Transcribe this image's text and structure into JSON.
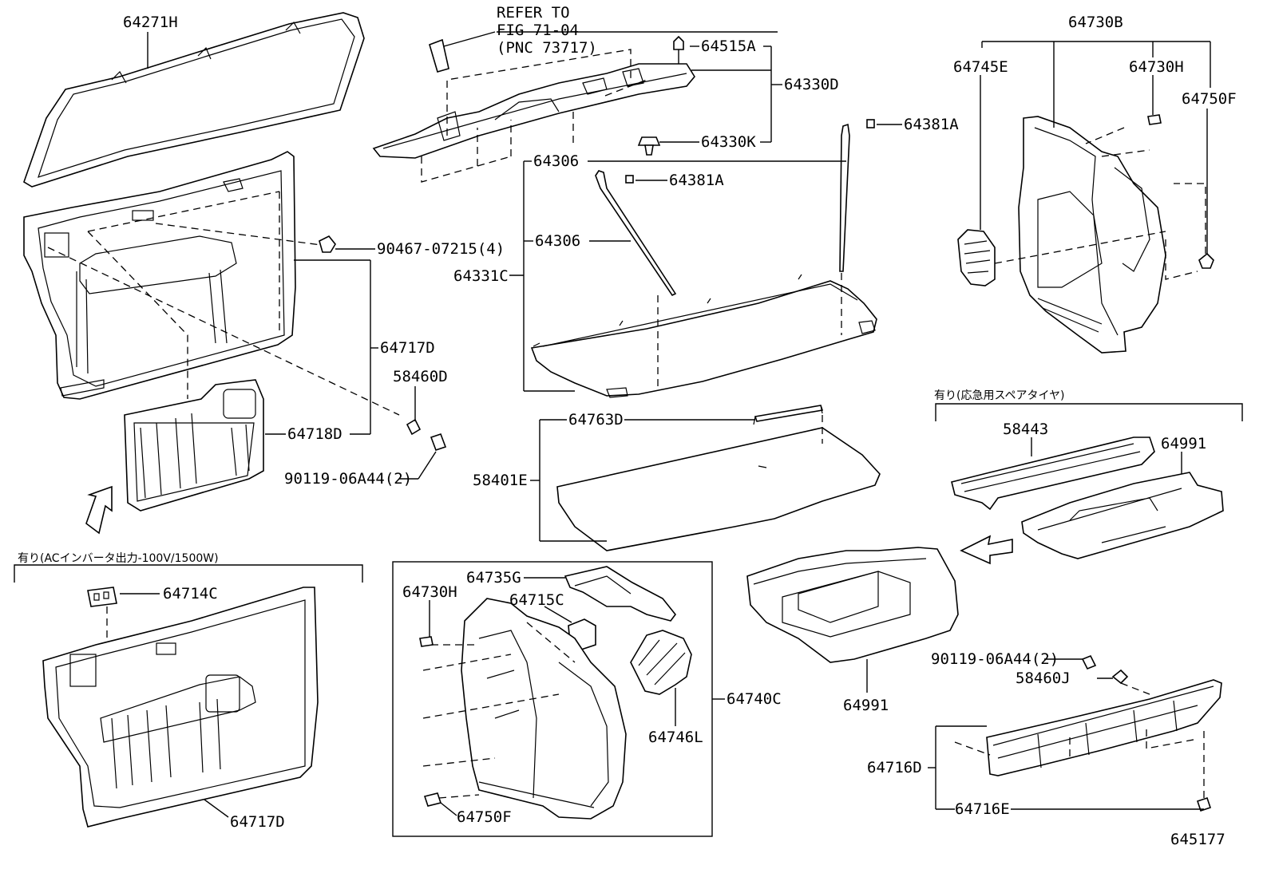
{
  "diagram": {
    "labels": {
      "p64271H": "64271H",
      "refer1": "REFER TO",
      "refer2": "FIG 71-04",
      "refer3": "(PNC 73717)",
      "p64515A": "64515A",
      "p64330D": "64330D",
      "p64330K": "64330K",
      "p64381A_1": "64381A",
      "p64306_1": "64306",
      "p64381A_2": "64381A",
      "p64306_2": "64306",
      "p64331C": "64331C",
      "p90467": "90467-07215(4)",
      "p64717D_1": "64717D",
      "p58460D": "58460D",
      "p64718D": "64718D",
      "p90119_1": "90119-06A44(2)",
      "p64763D": "64763D",
      "p58401E": "58401E",
      "p64730B": "64730B",
      "p64745E": "64745E",
      "p64730H_1": "64730H",
      "p64750F_1": "64750F",
      "note_spare": "有り(応急用スペアタイヤ)",
      "p58443": "58443",
      "p64991_1": "64991",
      "p64991_2": "64991",
      "note_ac": "有り(ACインバータ出力-100V/1500W)",
      "p64714C": "64714C",
      "p64717D_2": "64717D",
      "p64735G": "64735G",
      "p64730H_2": "64730H",
      "p64715C": "64715C",
      "p64740C": "64740C",
      "p64746L": "64746L",
      "p64750F_2": "64750F",
      "p90119_2": "90119-06A44(2)",
      "p58460J": "58460J",
      "p64716D": "64716D",
      "p64716E": "64716E",
      "figno": "645177"
    }
  }
}
